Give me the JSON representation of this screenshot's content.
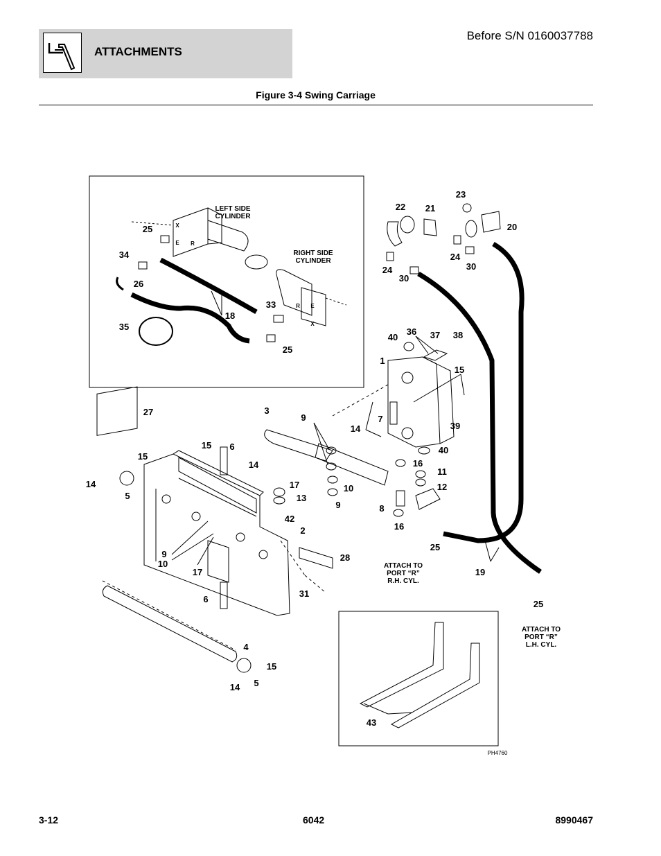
{
  "header": {
    "section_title": "ATTACHMENTS",
    "serial": "Before S/N 0160037788",
    "icon": "fork-attachment-icon"
  },
  "figure": {
    "title": "Figure 3-4 Swing Carriage",
    "photo_id": "PH4760",
    "labels": {
      "left_side_cylinder_1": "LEFT SIDE",
      "left_side_cylinder_2": "CYLINDER",
      "right_side_cylinder_1": "RIGHT SIDE",
      "right_side_cylinder_2": "CYLINDER",
      "attach_rh_1": "ATTACH TO",
      "attach_rh_2": "PORT “R”",
      "attach_rh_3": "R.H. CYL.",
      "attach_lh_1": "ATTACH TO",
      "attach_lh_2": "PORT “R”",
      "attach_lh_3": "L.H. CYL."
    },
    "callouts": {
      "c25a": "25",
      "c34": "34",
      "c26": "26",
      "c35": "35",
      "c18": "18",
      "c33": "33",
      "c25b": "25",
      "c22": "22",
      "c21": "21",
      "c23": "23",
      "c20": "20",
      "c24a": "24",
      "c30a": "30",
      "c24b": "24",
      "c30b": "30",
      "c40a": "40",
      "c36": "36",
      "c37": "37",
      "c38": "38",
      "c1": "1",
      "c15a": "15",
      "c7": "7",
      "c14a": "14",
      "c39": "39",
      "c40b": "40",
      "c3": "3",
      "c9a": "9",
      "c16a": "16",
      "c11": "11",
      "c12": "12",
      "c10a": "10",
      "c9b": "9",
      "c8": "8",
      "c16b": "16",
      "c27": "27",
      "c15b": "15",
      "c6a": "6",
      "c15c": "15",
      "c14b": "14",
      "c14c": "14",
      "c5a": "5",
      "c17a": "17",
      "c13": "13",
      "c42": "42",
      "c2": "2",
      "c9c": "9",
      "c10b": "10",
      "c17b": "17",
      "c28": "28",
      "c31": "31",
      "c6b": "6",
      "c4": "4",
      "c15d": "15",
      "c5b": "5",
      "c14d": "14",
      "c25c": "25",
      "c19": "19",
      "c25d": "25",
      "c43": "43",
      "port_x1": "X",
      "port_e1": "E",
      "port_r1": "R",
      "port_r2": "R",
      "port_e2": "E",
      "port_x2": "X"
    }
  },
  "footer": {
    "page": "3-12",
    "model": "6042",
    "doc_number": "8990467"
  }
}
